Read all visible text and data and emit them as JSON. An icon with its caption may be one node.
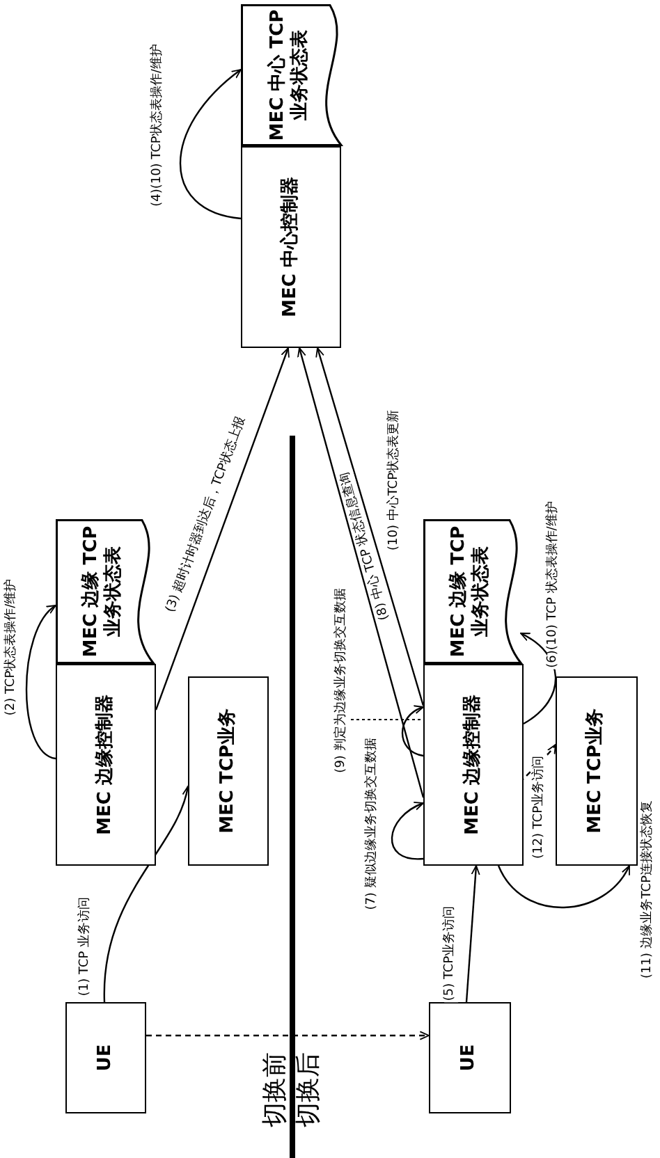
{
  "diagram": {
    "nodes": [
      {
        "text": [
          "UE"
        ]
      },
      {
        "text": [
          "MEC 边缘控制器"
        ]
      },
      {
        "text": [
          "MEC 边缘 TCP 业务状态表"
        ]
      },
      {
        "text": [
          "MEC TCP业务"
        ]
      },
      {
        "text": [
          "MEC 中心控制器"
        ]
      },
      {
        "text": [
          "MEC 中心 TCP 业务状态表"
        ]
      },
      {
        "text": [
          "UE"
        ]
      },
      {
        "text": [
          "MEC 边缘控制器"
        ]
      },
      {
        "text": [
          "MEC 边缘 TCP 业务状态表"
        ]
      },
      {
        "text": [
          "MEC TCP业务"
        ]
      },
      {
        "text": [
          "(9) 判定为边缘业务切换交互数据"
        ]
      }
    ],
    "edges": [
      {
        "from": 0,
        "to": 3,
        "arrow": "to",
        "label": "(1) TCP 业务访问"
      },
      {
        "from": 1,
        "to": 2,
        "arrow": "to",
        "label": "(2) TCP状态表操作/维护"
      },
      {
        "from": 1,
        "to": 4,
        "arrow": "to",
        "label": "(3) 超时计时器到达后，TCP状态上报"
      },
      {
        "from": 4,
        "to": 5,
        "arrow": "to",
        "label": "(4)(10) TCP状态表操作/维护"
      },
      {
        "from": 6,
        "to": 7,
        "arrow": "to",
        "label": "(5) TCP业务访问"
      },
      {
        "from": 7,
        "to": 8,
        "arrow": "to",
        "label": "(6)(10) TCP 状态表操作/维护"
      },
      {
        "from": 7,
        "to": 7,
        "arrow": "to",
        "label": "(7) 疑似边缘业务切换交互数据"
      },
      {
        "from": 7,
        "to": 4,
        "arrow": "to",
        "label": "(8) 中心 TCP 状态信息查询"
      },
      {
        "from": 7,
        "to": 7,
        "arrow": "to"
      },
      {
        "from": 7,
        "to": 4,
        "arrow": "to",
        "label": "(10) 中心TCP状态表更新"
      },
      {
        "from": 7,
        "to": 9,
        "arrow": "to",
        "label": "(11) 边缘业务TCP连接状态恢复"
      },
      {
        "from": 7,
        "to": 9,
        "arrow": "to",
        "style": "dashed",
        "label": "(12) TCP业务访问"
      },
      {
        "from": 0,
        "to": 6,
        "arrow": "to",
        "style": "dashed"
      },
      {
        "from": 10,
        "to": 7,
        "arrow": "none",
        "style": "dashed"
      }
    ],
    "labels": [
      "切换前",
      "切换后"
    ]
  }
}
